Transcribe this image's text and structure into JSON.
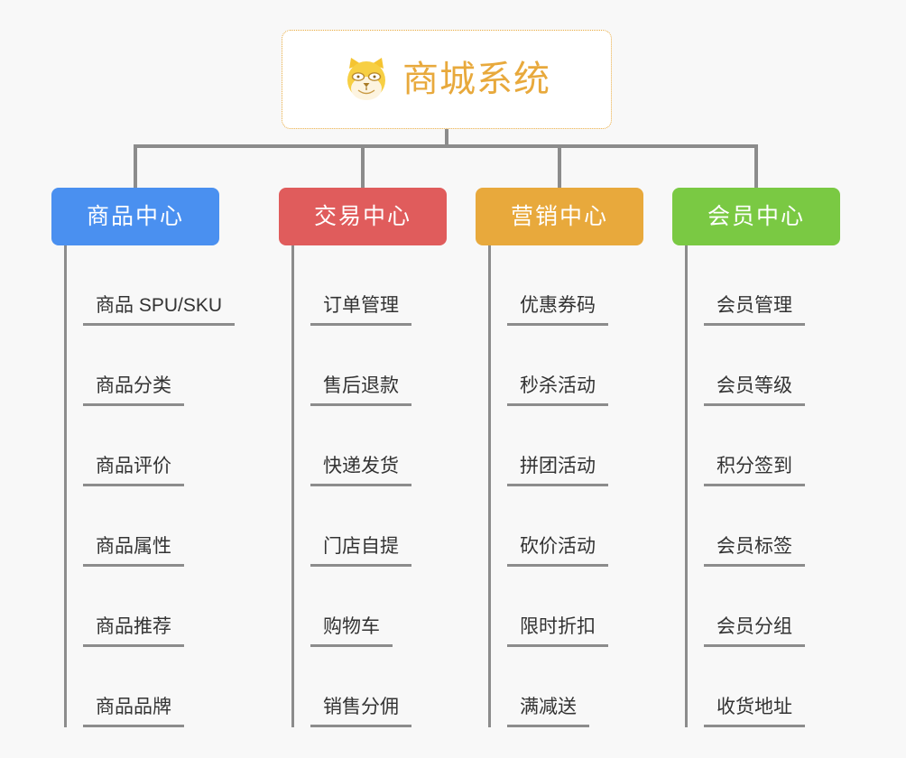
{
  "root": {
    "title": "商城系统",
    "icon": "shiba-dog-icon",
    "border_color": "#e8a93c",
    "title_color": "#e8a93c",
    "background": "#ffffff"
  },
  "canvas": {
    "background": "#f8f8f8",
    "connector_color": "#8c8c8c"
  },
  "categories": [
    {
      "label": "商品中心",
      "color": "#4a90f0",
      "items": [
        {
          "label": "商品 SPU/SKU"
        },
        {
          "label": "商品分类"
        },
        {
          "label": "商品评价"
        },
        {
          "label": "商品属性"
        },
        {
          "label": "商品推荐"
        },
        {
          "label": "商品品牌"
        }
      ]
    },
    {
      "label": "交易中心",
      "color": "#e05c5c",
      "items": [
        {
          "label": "订单管理"
        },
        {
          "label": "售后退款"
        },
        {
          "label": "快递发货"
        },
        {
          "label": "门店自提"
        },
        {
          "label": "购物车"
        },
        {
          "label": "销售分佣"
        }
      ]
    },
    {
      "label": "营销中心",
      "color": "#e8a93c",
      "items": [
        {
          "label": "优惠券码"
        },
        {
          "label": "秒杀活动"
        },
        {
          "label": "拼团活动"
        },
        {
          "label": "砍价活动"
        },
        {
          "label": "限时折扣"
        },
        {
          "label": "满减送"
        }
      ]
    },
    {
      "label": "会员中心",
      "color": "#7ac943",
      "items": [
        {
          "label": "会员管理"
        },
        {
          "label": "会员等级"
        },
        {
          "label": "积分签到"
        },
        {
          "label": "会员标签"
        },
        {
          "label": "会员分组"
        },
        {
          "label": "收货地址"
        }
      ]
    }
  ]
}
